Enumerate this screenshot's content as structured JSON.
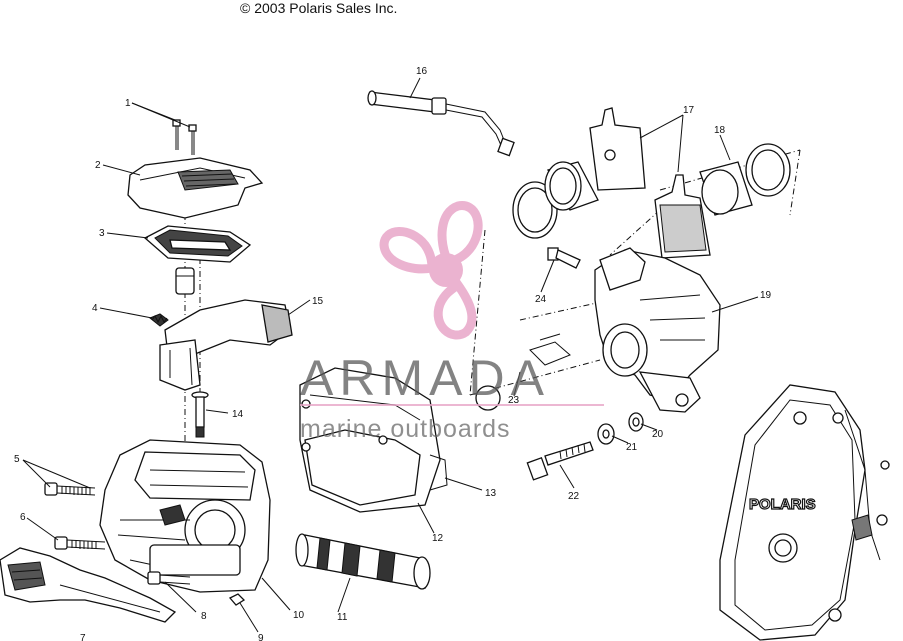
{
  "copyright": "© 2003 Polaris Sales Inc.",
  "watermark": {
    "brand": "ARMADA",
    "tagline": "marine outboards"
  },
  "cover_logo": "POLARIS",
  "callouts": [
    "1",
    "2",
    "3",
    "4",
    "5",
    "6",
    "7",
    "8",
    "9",
    "10",
    "11",
    "12",
    "13",
    "14",
    "15",
    "16",
    "17",
    "18",
    "19",
    "20",
    "21",
    "22",
    "23",
    "24"
  ],
  "colors": {
    "line": "#111111",
    "watermark_pink": "#e8a6c8",
    "watermark_gray": "#5a5a5a"
  }
}
